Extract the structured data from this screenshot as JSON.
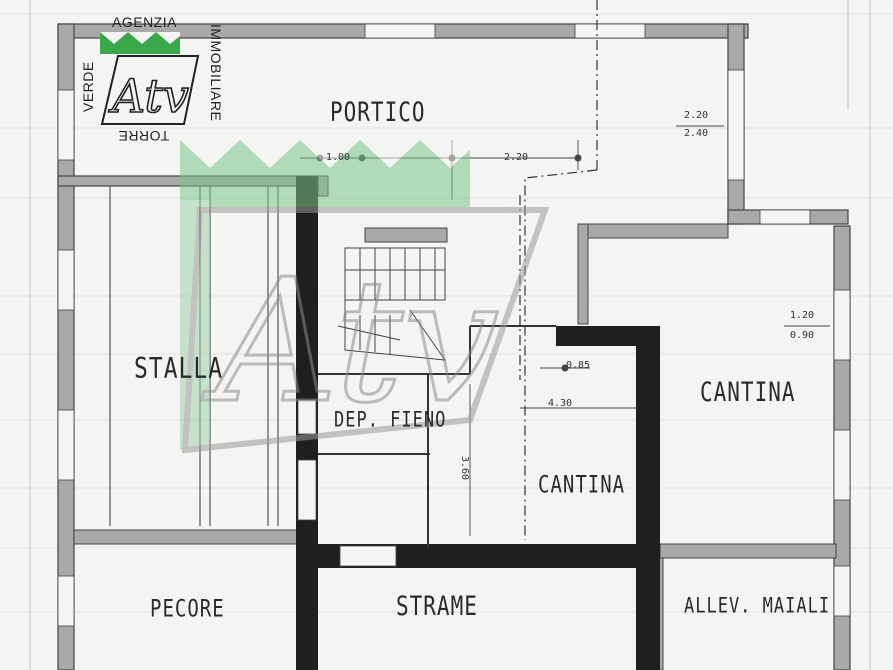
{
  "logo": {
    "top": "AGENZIA",
    "right": "IMMOBILIARE",
    "left": "VERDE",
    "bottom": "TORRE",
    "mark": "Atv",
    "green": "#3aa84a"
  },
  "rooms": {
    "portico": "PORTICO",
    "stalla": "STALLA",
    "dep_fieno": "DEP. FIENO",
    "cantina_large": "CANTINA",
    "cantina_small": "CANTINA",
    "pecore": "PECORE",
    "strame": "STRAME",
    "allev_maiali": "ALLEV. MAIALI"
  },
  "dimensions": {
    "portico_left": "1.00",
    "portico_mid": "2.20",
    "portico_right_top": "2.20",
    "portico_right_bottom": "2.40",
    "cantina_right_top": "1.20",
    "cantina_right_bottom": "0.90",
    "opening": "0.85",
    "cantina_width": "4.30",
    "cantina_height": "3.60"
  },
  "colors": {
    "wall": "#1f1f1f",
    "wall_gray": "#a8a8a8",
    "line": "#555555"
  }
}
